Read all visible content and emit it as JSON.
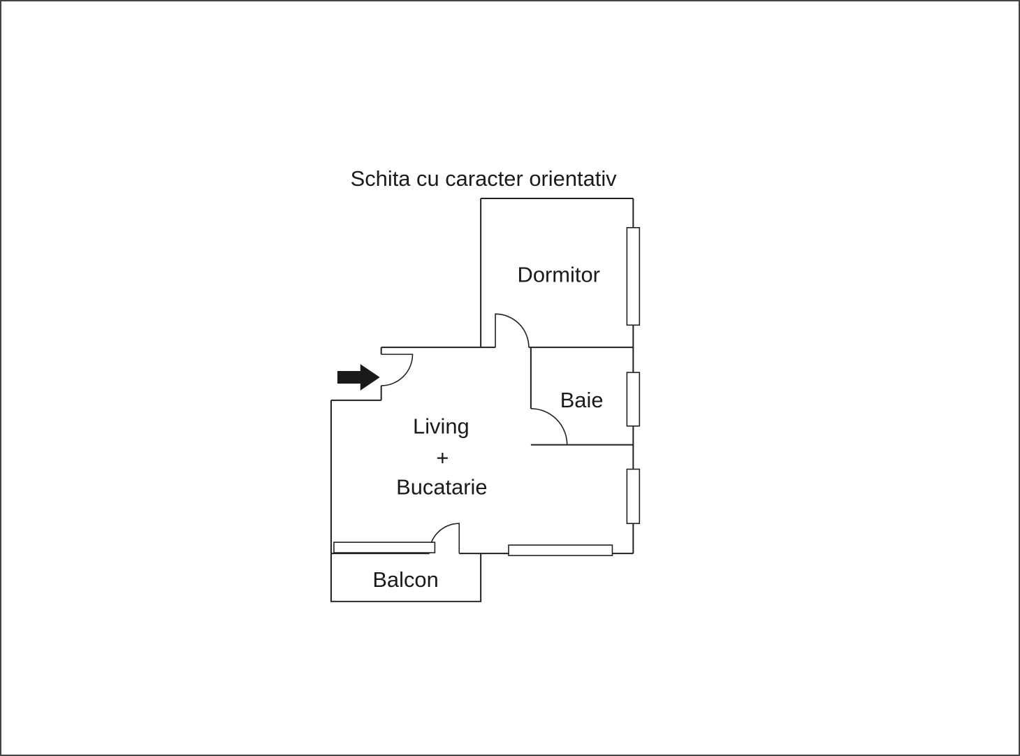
{
  "title": "Schita cu caracter orientativ",
  "rooms": {
    "dormitor": "Dormitor",
    "baie": "Baie",
    "living": "Living",
    "plus": "+",
    "bucatarie": "Bucatarie",
    "balcon": "Balcon"
  },
  "colors": {
    "wall": "#231f20",
    "text": "#1a1a1a",
    "arrow": "#1a1a1a",
    "background": "#ffffff"
  }
}
